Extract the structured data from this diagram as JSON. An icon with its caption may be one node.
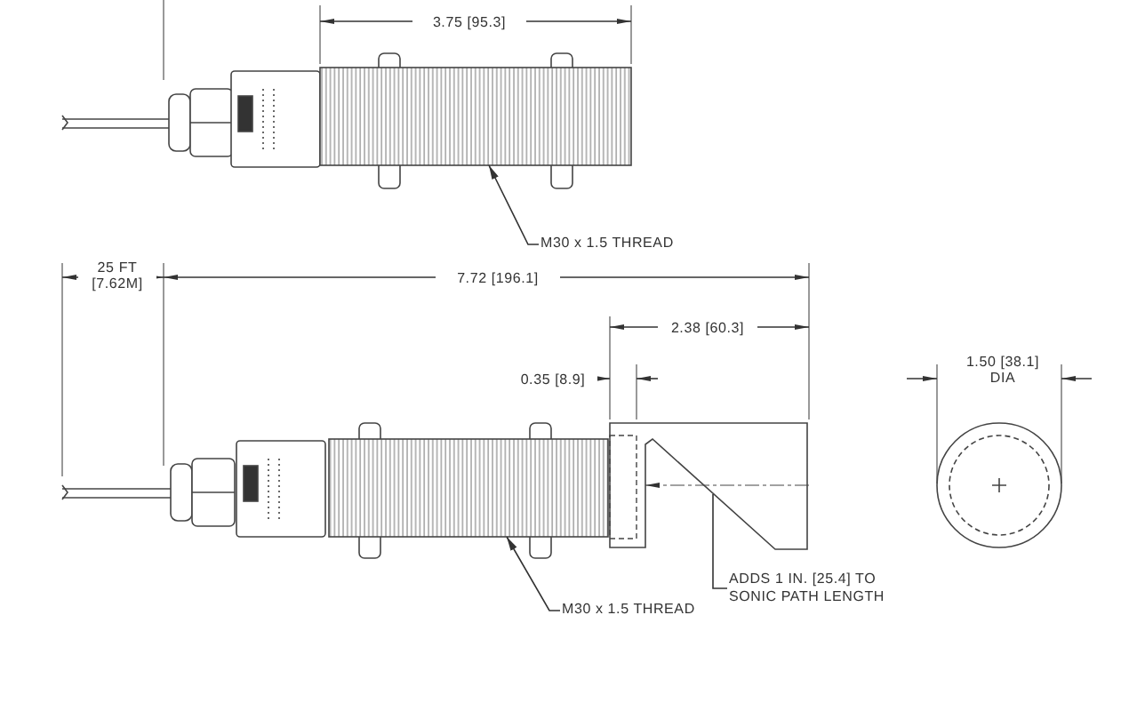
{
  "diagram": {
    "nodes": [
      {
        "text": [
          "M30 x 1.5 THREAD"
        ]
      },
      {
        "text": [],
        "shape": "bar"
      },
      {
        "text": [
          "M30 x 1.5 THREAD"
        ]
      },
      {
        "text": [],
        "shape": "bar"
      },
      {
        "text": [
          "ADDS 1 IN. [25.4] TO SONIC PATH LENGTH"
        ]
      },
      {
        "text": [],
        "shape": "picture"
      }
    ],
    "edges": [
      {
        "from": 0,
        "to": 1,
        "arrow": "to"
      },
      {
        "from": 2,
        "to": 3,
        "arrow": "to"
      },
      {
        "from": 4,
        "to": 5,
        "arrow": "none"
      }
    ],
    "labels": [
      "3.75 [95.3]",
      "25 FT [7.62M]",
      "7.72 [196.1]",
      "2.38 [60.3]",
      "0.35 [8.9]",
      "1.50 [38.1] DIA"
    ]
  }
}
